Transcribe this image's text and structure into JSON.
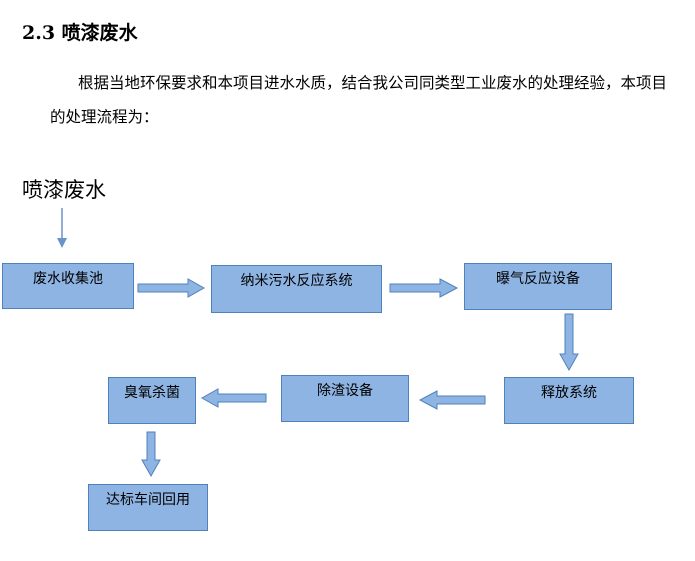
{
  "heading": "2.3 喷漆废水",
  "intro": "根据当地环保要求和本项目进水水质，结合我公司同类型工业废水的处理经验，本项目的处理流程为：",
  "source_label": "喷漆废水",
  "diagram": {
    "steps": [
      "废水收集池",
      "纳米污水反应系统",
      "曝气反应设备",
      "释放系统",
      "除渣设备",
      "臭氧杀菌",
      "达标车间回用"
    ],
    "colors": {
      "box_fill": "#8eb4e3",
      "box_border": "#4f81bd",
      "arrow": "#8eb4e3"
    }
  }
}
